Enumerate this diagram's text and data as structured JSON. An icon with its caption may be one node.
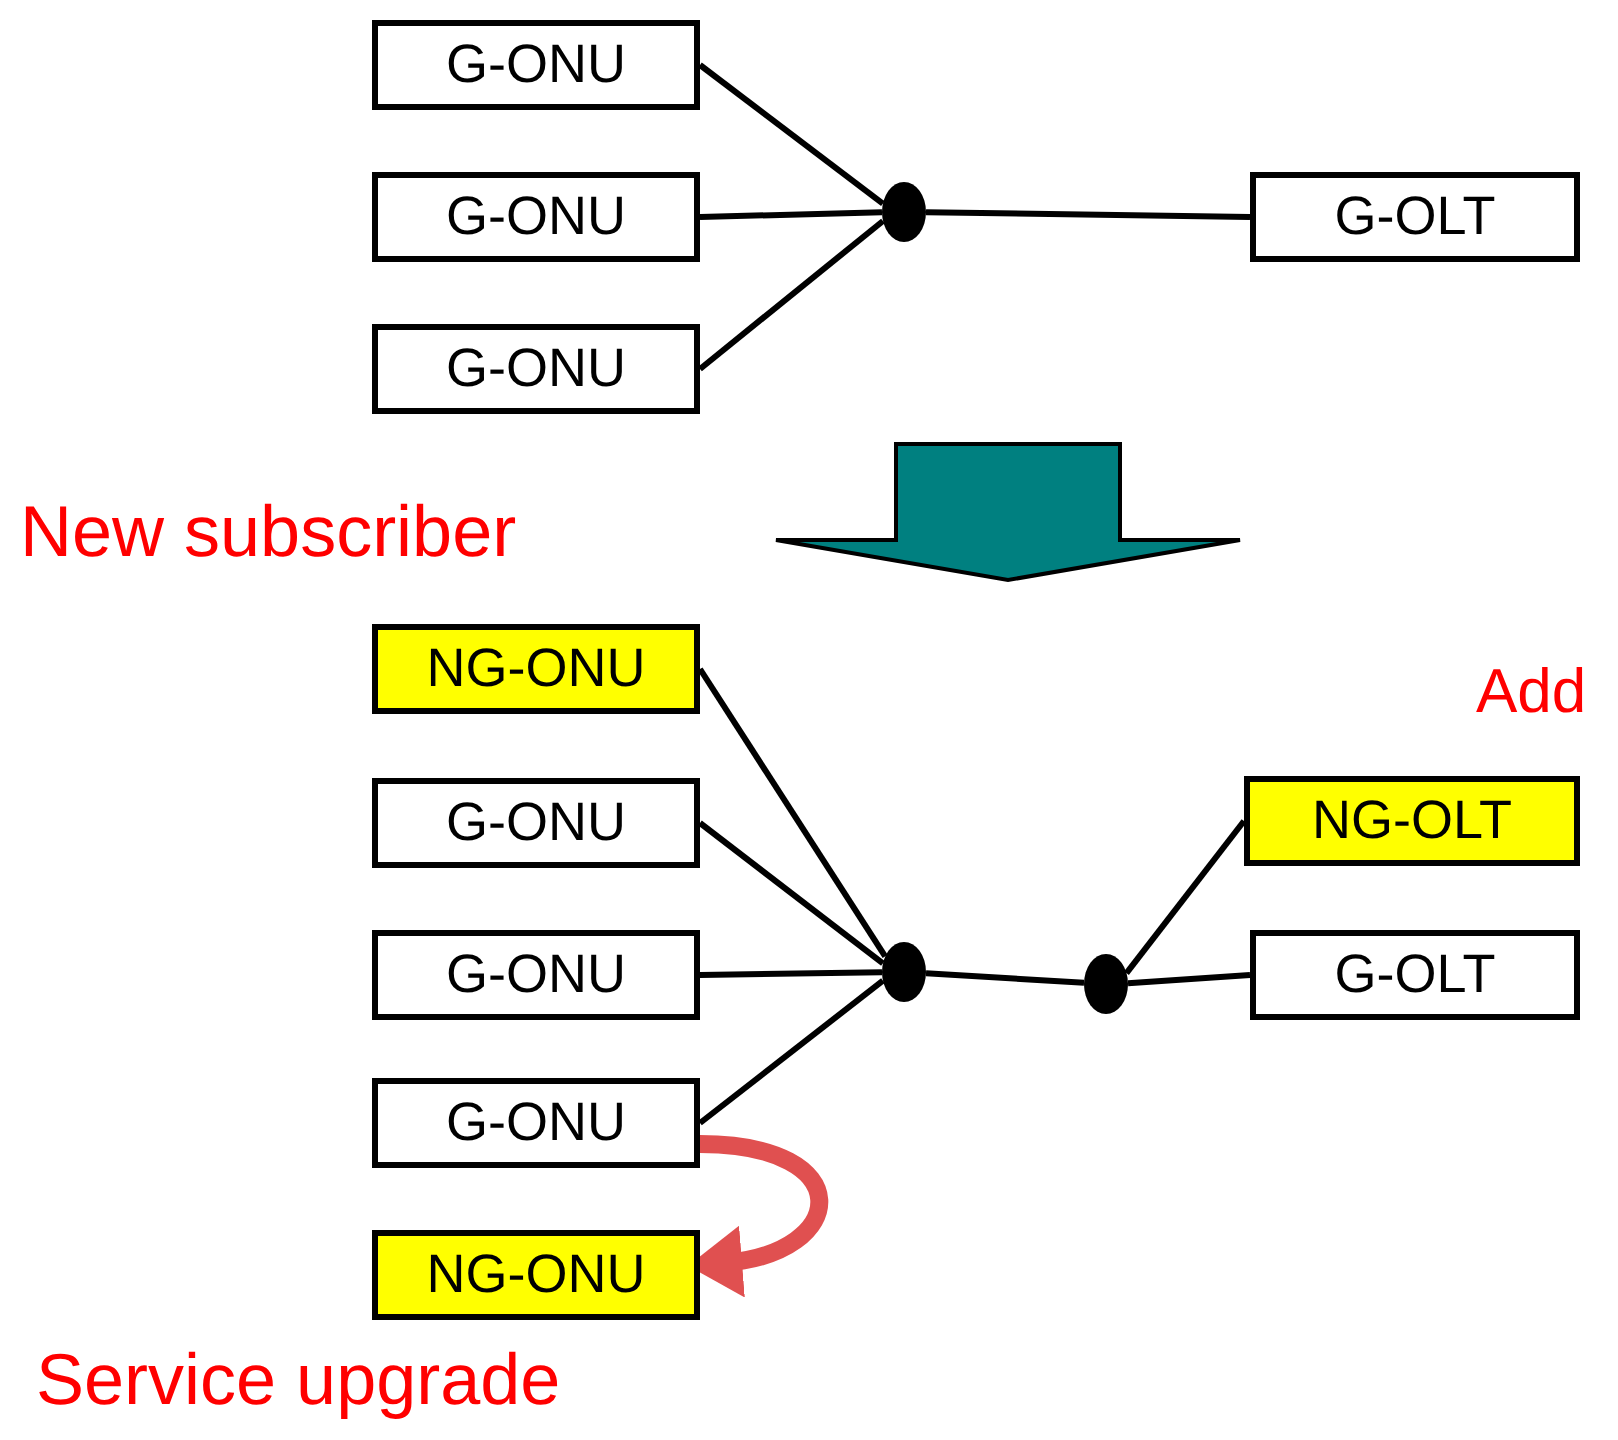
{
  "diagram": {
    "nodes": [
      {
        "text": [
          "G-ONU"
        ]
      },
      {
        "text": [
          "G-ONU"
        ]
      },
      {
        "text": [
          "G-ONU"
        ]
      },
      {
        "text": [],
        "shape": "circle"
      },
      {
        "text": [
          "G-OLT"
        ]
      },
      {
        "text": [
          "NG-ONU"
        ]
      },
      {
        "text": [
          "G-ONU"
        ]
      },
      {
        "text": [
          "G-ONU"
        ]
      },
      {
        "text": [
          "G-ONU"
        ]
      },
      {
        "text": [],
        "shape": "circle"
      },
      {
        "text": [],
        "shape": "circle"
      },
      {
        "text": [
          "NG-OLT"
        ]
      },
      {
        "text": [
          "G-OLT"
        ]
      },
      {
        "text": [
          "NG-ONU"
        ]
      }
    ],
    "edges": [
      {
        "from": 0,
        "to": 3,
        "arrow": "none"
      },
      {
        "from": 1,
        "to": 3,
        "arrow": "none"
      },
      {
        "from": 2,
        "to": 3,
        "arrow": "none"
      },
      {
        "from": 3,
        "to": 4,
        "arrow": "none"
      },
      {
        "from": 5,
        "to": 9,
        "arrow": "none"
      },
      {
        "from": 6,
        "to": 9,
        "arrow": "none"
      },
      {
        "from": 7,
        "to": 9,
        "arrow": "none"
      },
      {
        "from": 8,
        "to": 9,
        "arrow": "none"
      },
      {
        "from": 9,
        "to": 10,
        "arrow": "none"
      },
      {
        "from": 10,
        "to": 11,
        "arrow": "none"
      },
      {
        "from": 10,
        "to": 12,
        "arrow": "none"
      },
      {
        "from": 8,
        "to": 13,
        "arrow": "to",
        "style": "thick",
        "color": "#e05050"
      }
    ],
    "labels": [
      "New subscriber",
      "Add",
      "Service upgrade"
    ]
  }
}
